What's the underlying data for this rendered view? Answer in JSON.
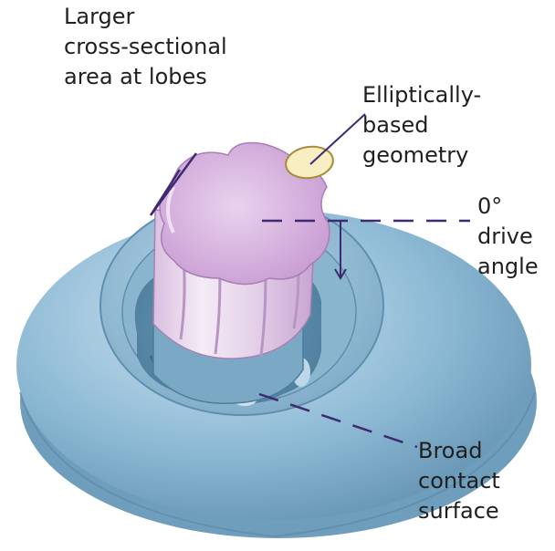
{
  "labels": {
    "lobes": "Larger\ncross-sectional\narea at lobes",
    "geometry": "Elliptically-\nbased\ngeometry",
    "angle": "0°\ndrive\nangle",
    "contact": "Broad\ncontact\nsurface"
  },
  "colors": {
    "head": "#88b6d1",
    "head_dark": "#5f8fae",
    "head_light": "#b6d6e8",
    "bit": "#d6b1de",
    "bit_light": "#f1e6f4",
    "bit_dark": "#b488c1",
    "ellipse_fill": "#f7eec2",
    "ellipse_stroke": "#a98b3a",
    "leader": "#3f2a72"
  }
}
